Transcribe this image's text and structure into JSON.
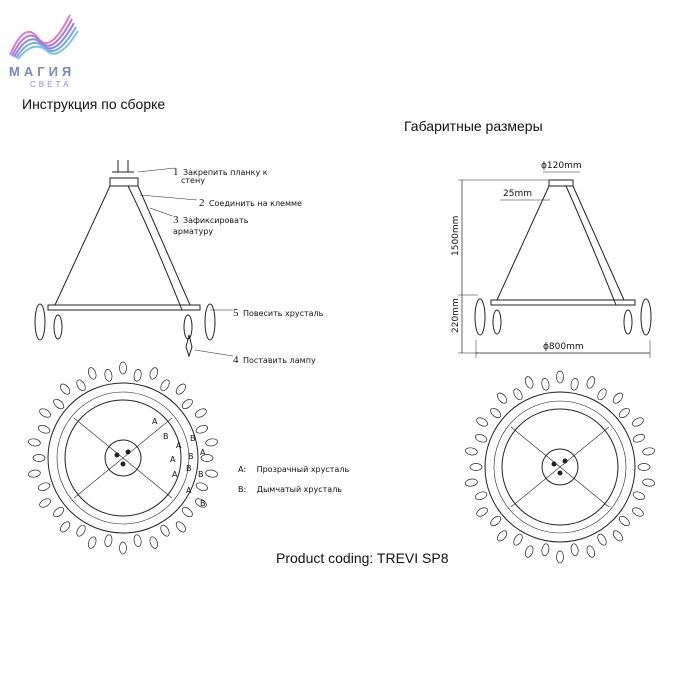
{
  "logo": {
    "name": "МАГИЯ",
    "tagline": "СВЕТА"
  },
  "left_title": "Инструкция по сборке",
  "right_title": "Габаритные размеры",
  "steps": [
    {
      "num": "1",
      "text": "Закрепить планку к",
      "text2": "стену"
    },
    {
      "num": "2",
      "text": "Соединить на клемме"
    },
    {
      "num": "3",
      "text": "Зафиксировать",
      "text2": "арматуру"
    },
    {
      "num": "5",
      "text": "Повесить хрусталь"
    },
    {
      "num": "4",
      "text": "Поставить лампу"
    }
  ],
  "dimensions": {
    "canopy": "ϕ120mm",
    "gap": "25mm",
    "height": "1500mm",
    "ring_height": "220mm",
    "diameter": "ϕ800mm"
  },
  "legend": [
    {
      "key": "A:",
      "text": "Прозрачный хрусталь"
    },
    {
      "key": "B:",
      "text": "Дымчатый хрусталь"
    }
  ],
  "crystal_letters": [
    "A",
    "B",
    "A",
    "B",
    "A",
    "B",
    "A",
    "B",
    "A",
    "B",
    "A",
    "B"
  ],
  "product_code": "Product coding: TREVI SP8",
  "colors": {
    "line": "#222222",
    "logo": "#7b86c8"
  }
}
